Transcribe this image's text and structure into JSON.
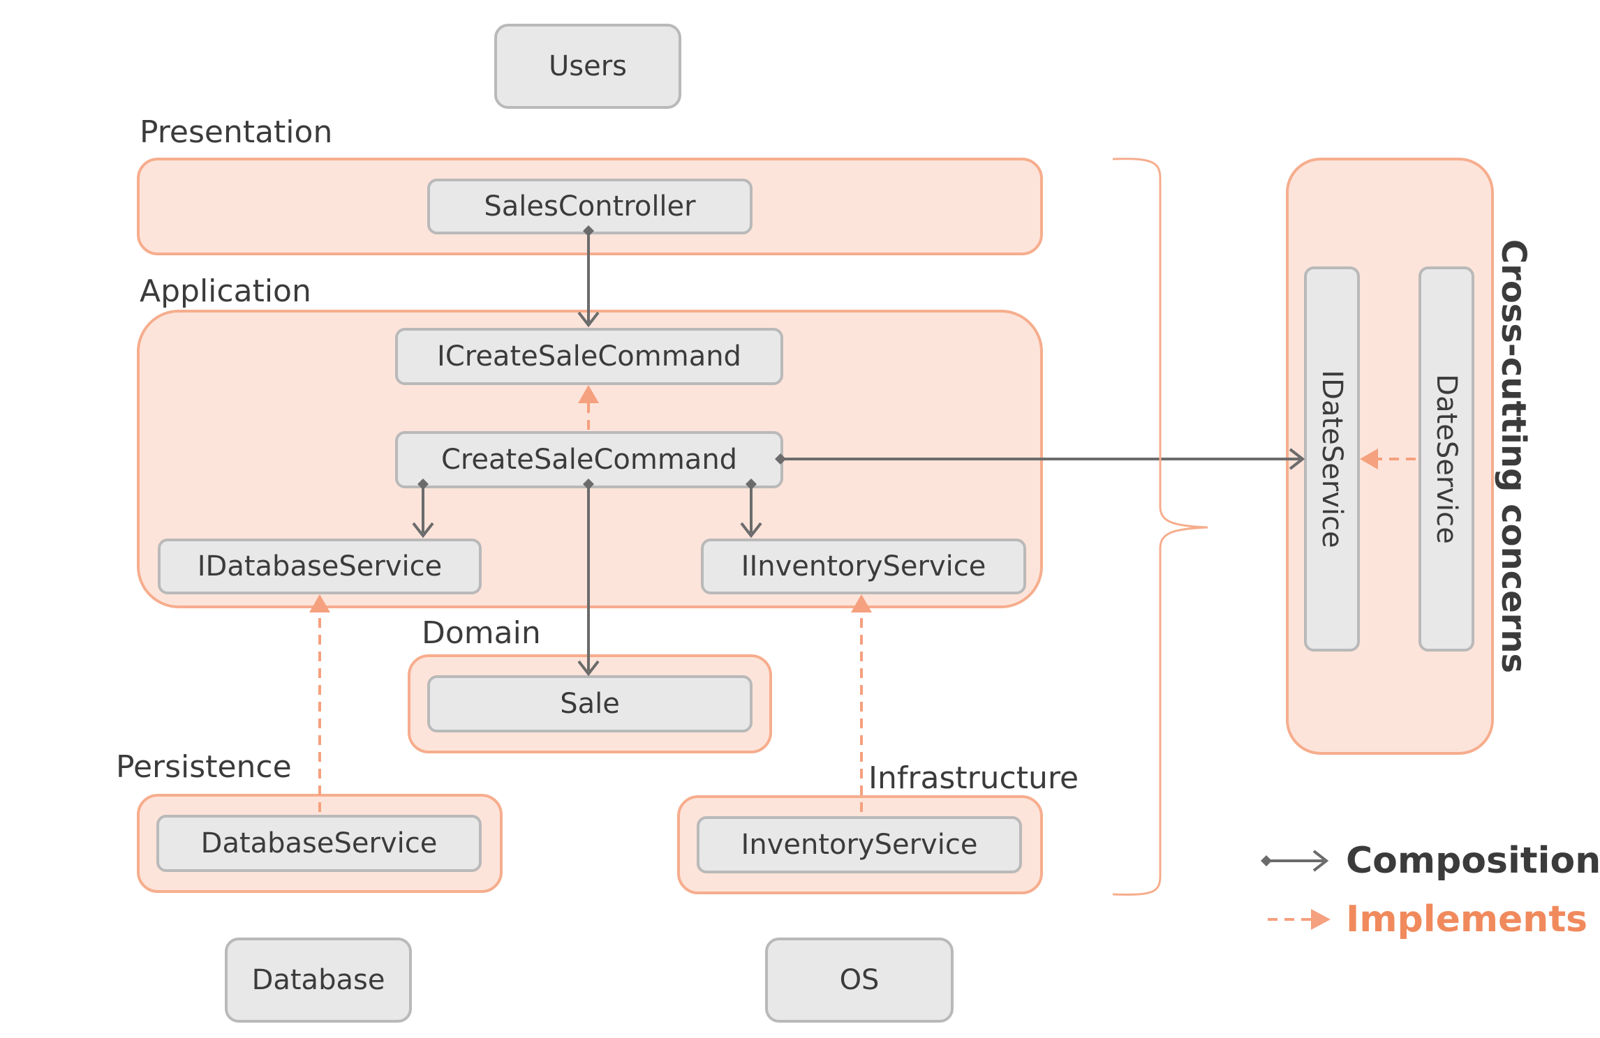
{
  "labels": {
    "users": "Users",
    "presentation": "Presentation",
    "sales_controller": "SalesController",
    "application": "Application",
    "icreate_sale_command": "ICreateSaleCommand",
    "create_sale_command": "CreateSaleCommand",
    "idatabase_service": "IDatabaseService",
    "iinventory_service": "IInventoryService",
    "domain": "Domain",
    "sale": "Sale",
    "persistence": "Persistence",
    "database_service": "DatabaseService",
    "infrastructure": "Infrastructure",
    "inventory_service": "InventoryService",
    "database": "Database",
    "os": "OS",
    "idate_service": "IDateService",
    "date_service": "DateService",
    "cross_cutting": "Cross-cutting concerns"
  },
  "legend": {
    "composition": "Composition",
    "implements": "Implements"
  },
  "colors": {
    "layer_fill": "#fde4da",
    "layer_border": "#f6ad8d",
    "box_fill": "#e8e8e8",
    "box_border": "#b9b9b9",
    "text": "#3b3b3b",
    "composition_arrow": "#6b6b6b",
    "implements_arrow": "#f5a07e",
    "implements_text": "#f08a5d"
  }
}
